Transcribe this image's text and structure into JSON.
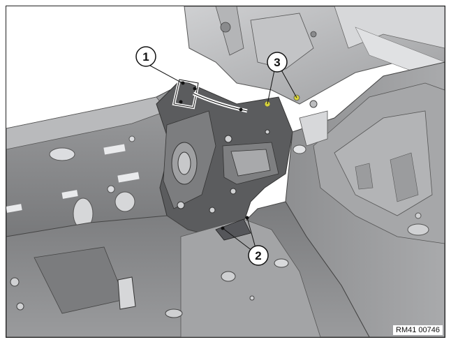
{
  "callouts": [
    {
      "number": "1",
      "part": "bracket"
    },
    {
      "number": "2",
      "part": "lower-holes"
    },
    {
      "number": "3",
      "part": "yellow-marks"
    }
  ],
  "reference_code": "RM41 00746",
  "colors": {
    "sheet_metal_dark": "#5b5c5e",
    "sheet_metal_mid": "#8c8d8f",
    "sheet_metal_light": "#bdbec0",
    "marker_yellow": "#d6d13a"
  }
}
